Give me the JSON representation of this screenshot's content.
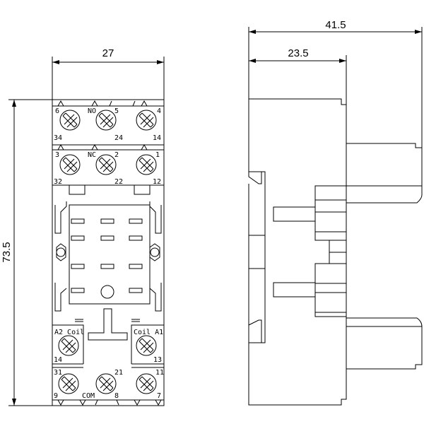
{
  "dimensions": {
    "front_width": "27",
    "front_height": "73.5",
    "side_total_depth": "41.5",
    "side_partial_depth": "23.5"
  },
  "front_view": {
    "top_row": {
      "left_top": "6",
      "mid_label": "NO",
      "mid_top": "5",
      "right_top": "4",
      "left_bottom": "34",
      "mid_bottom": "24",
      "right_bottom": "14"
    },
    "second_row": {
      "left_top": "3",
      "mid_label": "NC",
      "mid_top": "2",
      "right_top": "1",
      "left_bottom": "32",
      "mid_bottom": "22",
      "right_bottom": "12"
    },
    "coil": {
      "left_label": "A2 Coil",
      "right_label": "Coil A1",
      "left_num": "14",
      "right_num": "13"
    },
    "bottom_row": {
      "left_top": "31",
      "mid_top": "21",
      "right_top": "11",
      "left_bottom": "9",
      "mid_label": "COM",
      "mid_bottom": "8",
      "right_bottom": "7"
    }
  }
}
